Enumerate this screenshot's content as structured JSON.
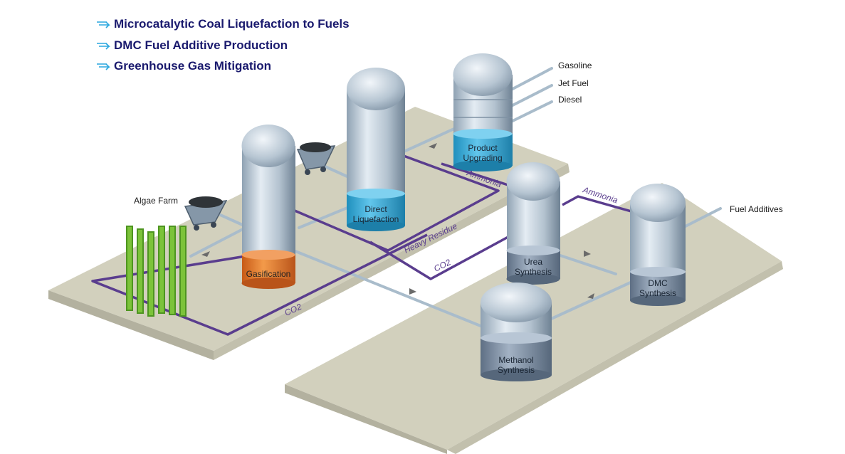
{
  "bullets": [
    "Microcatalytic Coal Liquefaction to Fuels",
    "DMC Fuel Additive Production",
    "Greenhouse Gas Mitigation"
  ],
  "units": {
    "gasification": "Gasification",
    "direct_liquefaction": [
      "Direct",
      "Liquefaction"
    ],
    "product_upgrading": [
      "Product",
      "Upgrading"
    ],
    "urea_synthesis": [
      "Urea",
      "Synthesis"
    ],
    "dmc_synthesis": [
      "DMC",
      "Synthesis"
    ],
    "methanol_synthesis": [
      "Methanol",
      "Synthesis"
    ]
  },
  "labels": {
    "algae_farm": "Algae Farm",
    "gasoline": "Gasoline",
    "jet_fuel": "Jet Fuel",
    "diesel": "Diesel",
    "fuel_additives": "Fuel Additives"
  },
  "stream_labels": {
    "ammonia_1": "Ammonia",
    "ammonia_2": "Ammonia",
    "heavy_residue": "Heavy Residue",
    "co2_1": "CO2",
    "co2_2": "CO2"
  },
  "colors": {
    "title_text": "#1a1a6e",
    "bullet_arrow": "#2aa7df",
    "platform_top": "#d2d0bd",
    "platform_edge": "#b3b19f",
    "vessel": "#b9c6d1",
    "vessel_dark": "#7d8fa0",
    "gasification_band": "#e07a30",
    "liquefaction_band": "#3aaed8",
    "synthesis_band": "#7a8da3",
    "co2_pipe": "#5a3d8e",
    "ammonia_pipe": "#6b4a9e",
    "pipe": "#a9bccb",
    "algae": "#6bb52b"
  }
}
